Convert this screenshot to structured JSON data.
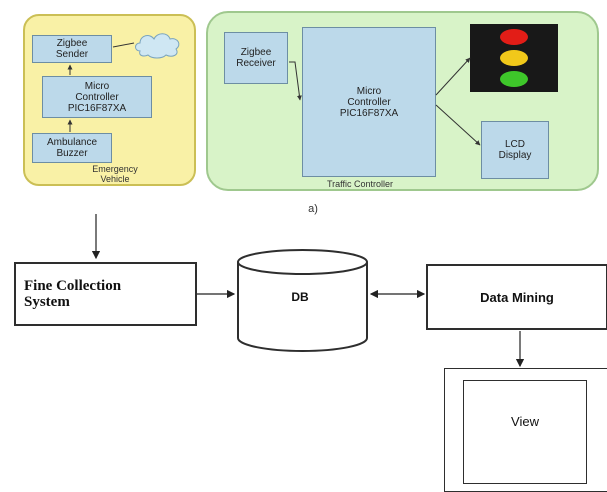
{
  "emergency_vehicle": {
    "zigbee_sender": "Zigbee\nSender",
    "micro_controller": "Micro\nController\nPIC16F87XA",
    "ambulance_buzzer": "Ambulance\nBuzzer",
    "caption": "Emergency\nVehicle"
  },
  "traffic_controller": {
    "zigbee_receiver": "Zigbee\nReceiver",
    "micro_controller": "Micro\nController\nPIC16F87XA",
    "lcd_display": "LCD\nDisplay",
    "caption": "Traffic Controller"
  },
  "traffic_light": {
    "colors": [
      "#e21d17",
      "#f1c81a",
      "#3ec72a"
    ]
  },
  "subfigure_label": "a)",
  "fine_collection": "Fine Collection\nSystem",
  "db": "DB",
  "data_mining": "Data Mining",
  "view": "View"
}
